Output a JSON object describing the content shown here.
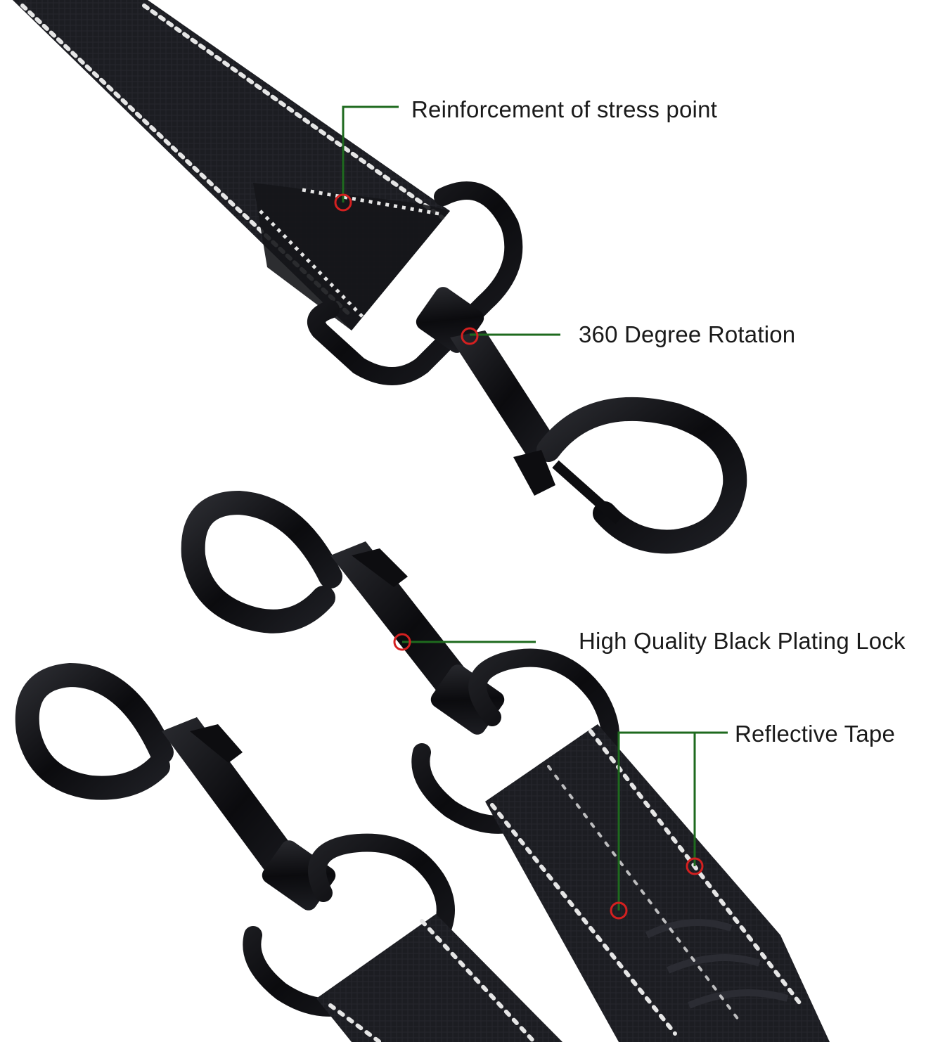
{
  "callouts": {
    "stress_point": "Reinforcement of stress point",
    "rotation": "360 Degree Rotation",
    "plating_lock": "High Quality Black Plating Lock",
    "reflective_tape": "Reflective Tape"
  },
  "colors": {
    "background": "#ffffff",
    "webbing": "#1c1d22",
    "hardware": "#0d0d10",
    "reflective_stitch": "#e6e6e6",
    "leader_line": "#1e6a1e",
    "marker_ring": "#d42020",
    "label_text": "#1a1a1a"
  }
}
